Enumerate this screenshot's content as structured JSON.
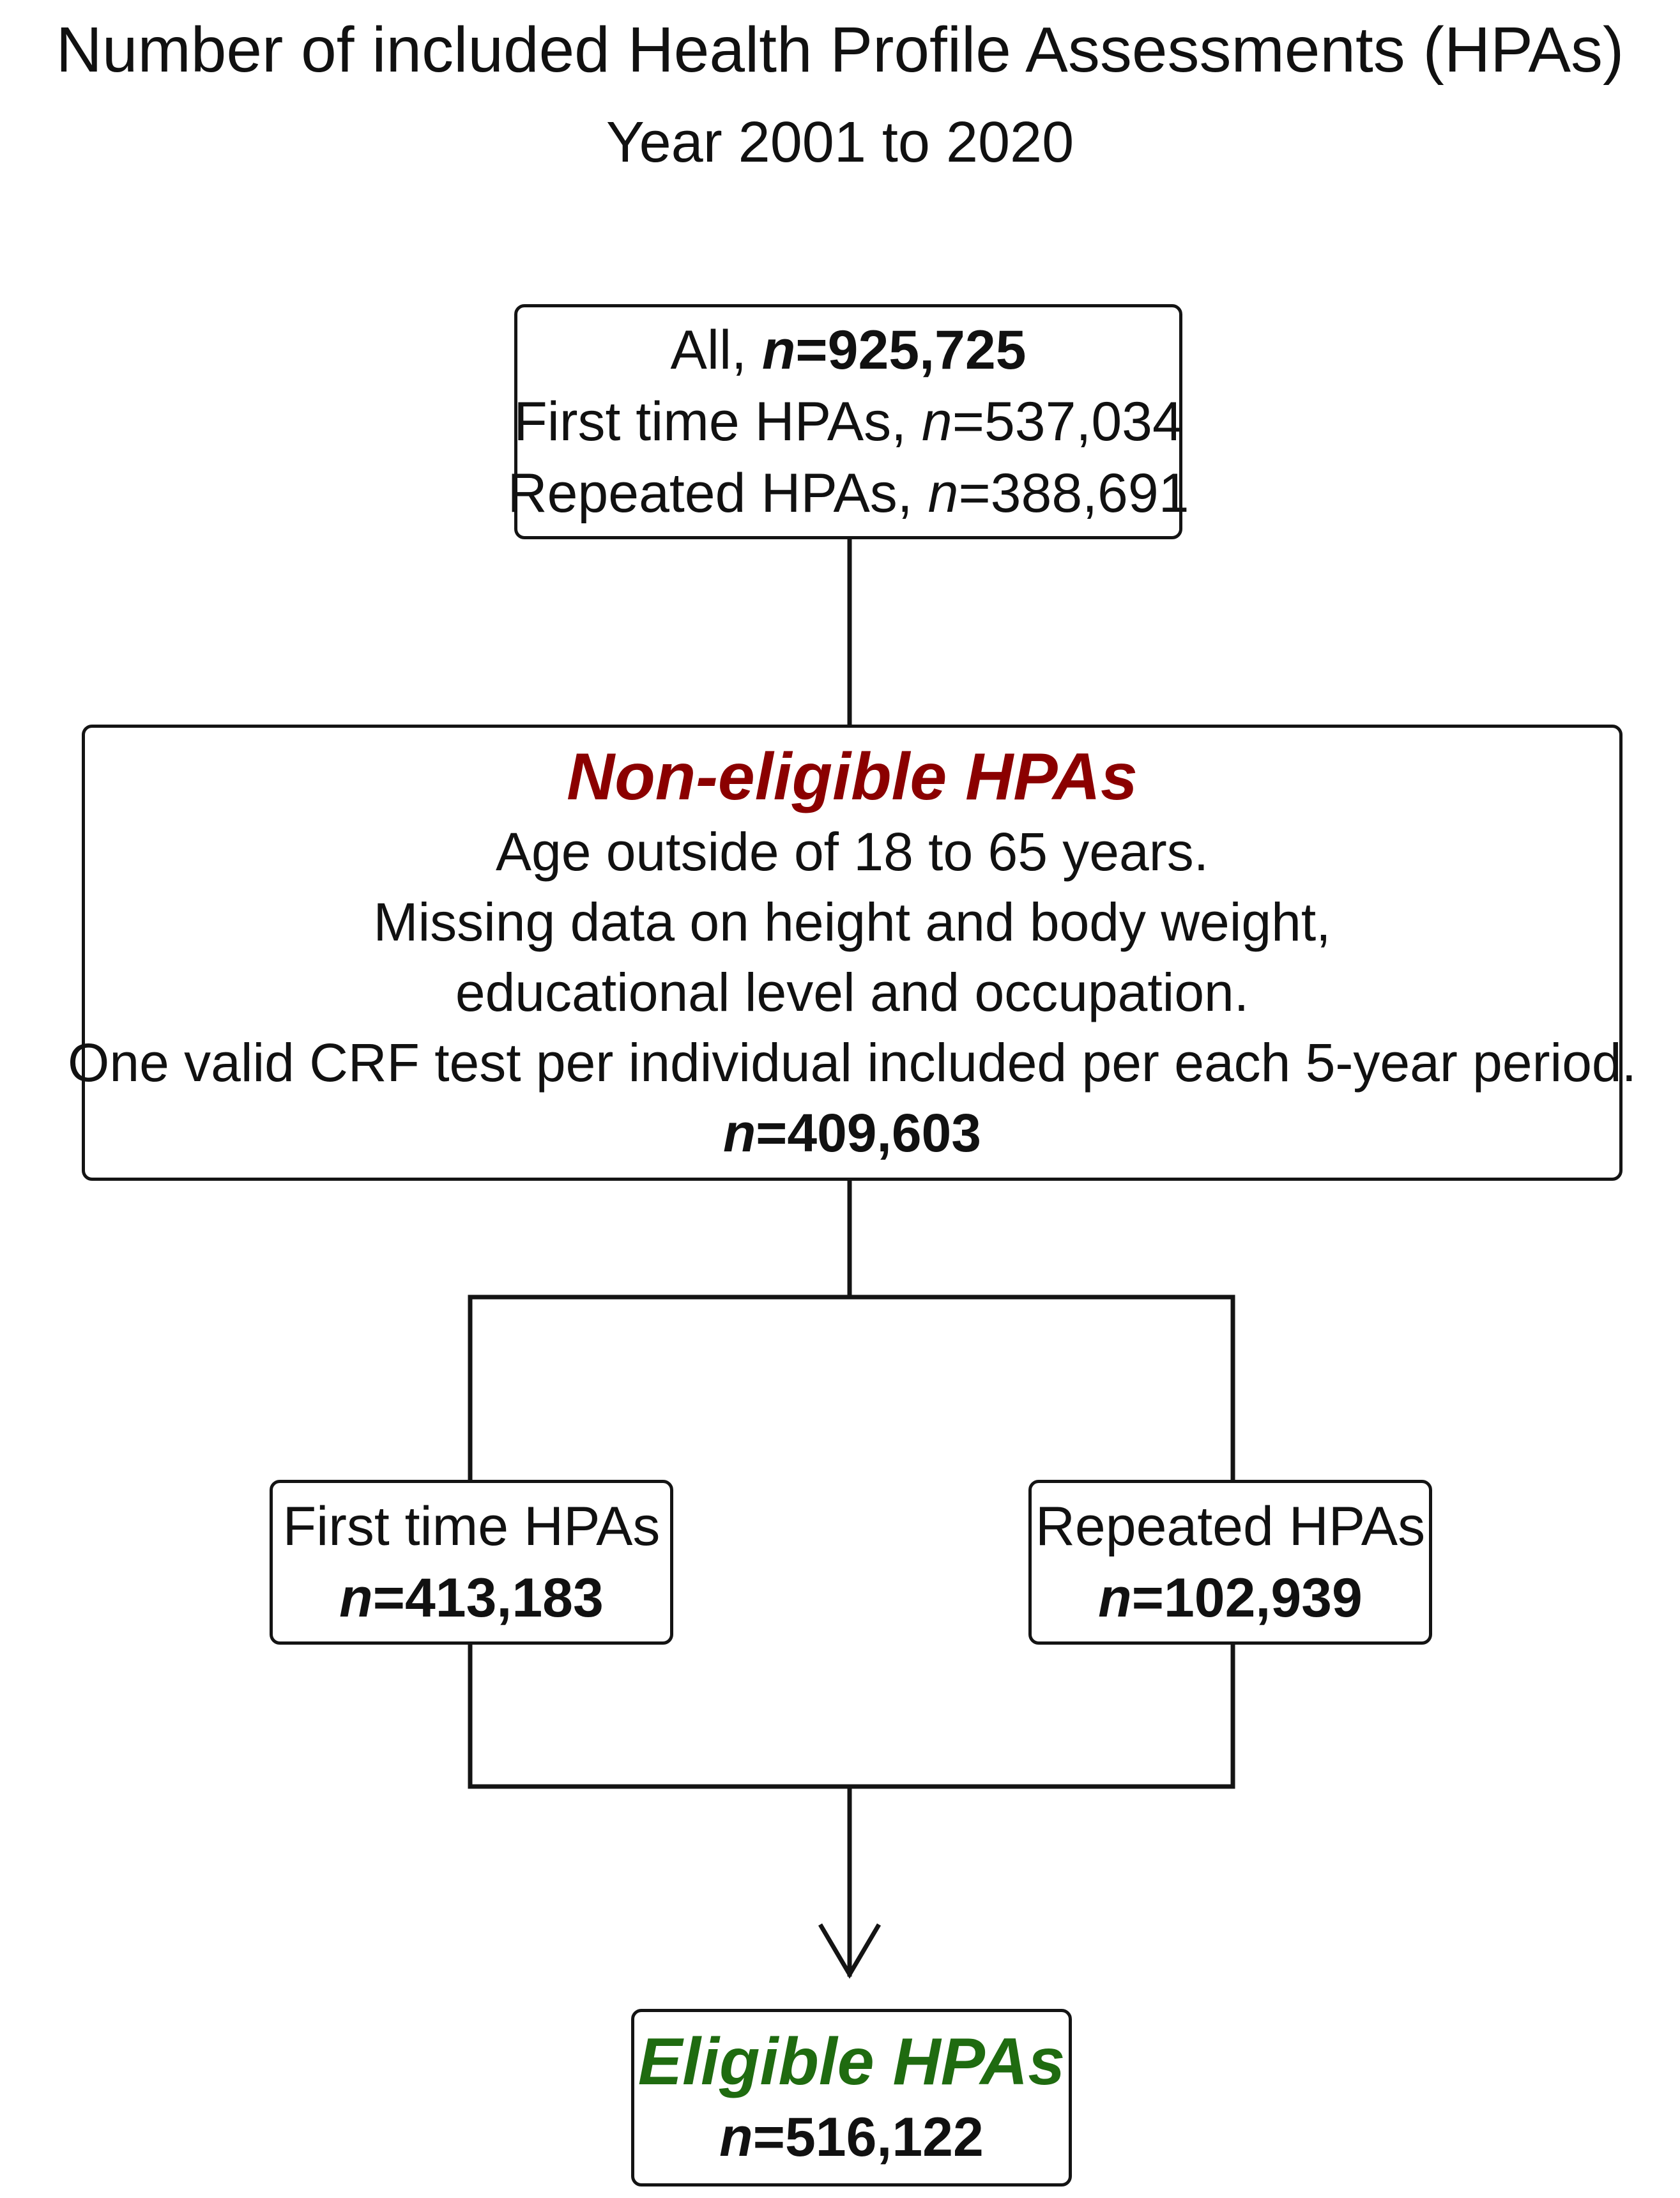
{
  "title": "Number of included Health Profile Assessments (HPAs)",
  "subtitle": "Year 2001 to 2020",
  "colors": {
    "non_eligible_heading": "#8b0000",
    "eligible_heading": "#1f6b10",
    "lines": "#141414"
  },
  "nodes": {
    "all": {
      "line1_prefix": "All, ",
      "line1_n": "n",
      "line1_value": "=925,725",
      "line2_prefix": "First time HPAs, ",
      "line2_n": "n",
      "line2_value": "=537,034",
      "line3_prefix": "Repeated HPAs, ",
      "line3_n": "n",
      "line3_value": "=388,691"
    },
    "non_eligible": {
      "heading": "Non-eligible HPAs",
      "criteria": [
        "Age outside of 18 to 65 years.",
        "Missing data on height and body weight,",
        "educational level and occupation.",
        "One valid CRF test per individual included per each 5-year period."
      ],
      "n": "n",
      "value": "=409,603"
    },
    "first_time": {
      "label": "First time HPAs",
      "n": "n",
      "value": "=413,183"
    },
    "repeated": {
      "label": "Repeated HPAs",
      "n": "n",
      "value": "=102,939"
    },
    "eligible": {
      "heading": "Eligible HPAs",
      "n": "n",
      "value": "=516,122"
    }
  }
}
